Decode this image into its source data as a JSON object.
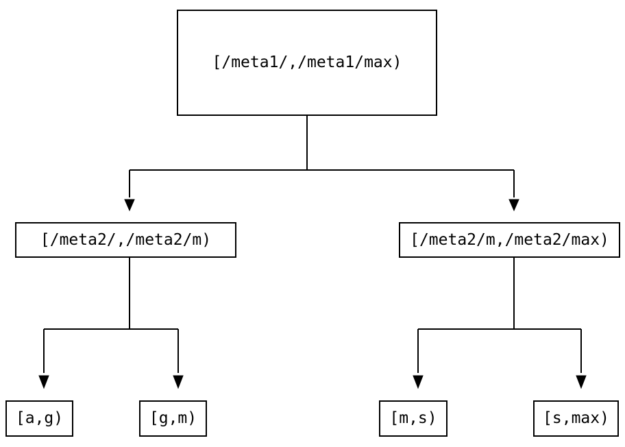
{
  "diagram": {
    "type": "binary-interval-tree",
    "colors": {
      "background": "#ffffff",
      "line": "#000000",
      "box_border": "#000000",
      "text": "#000000"
    },
    "root": {
      "label": "[/meta1/,/meta1/max)",
      "children": [
        {
          "label": "[/meta2/,/meta2/m)",
          "children": [
            {
              "label": "[a,g)"
            },
            {
              "label": "[g,m)"
            }
          ]
        },
        {
          "label": "[/meta2/m,/meta2/max)",
          "children": [
            {
              "label": "[m,s)"
            },
            {
              "label": "[s,max)"
            }
          ]
        }
      ]
    }
  }
}
